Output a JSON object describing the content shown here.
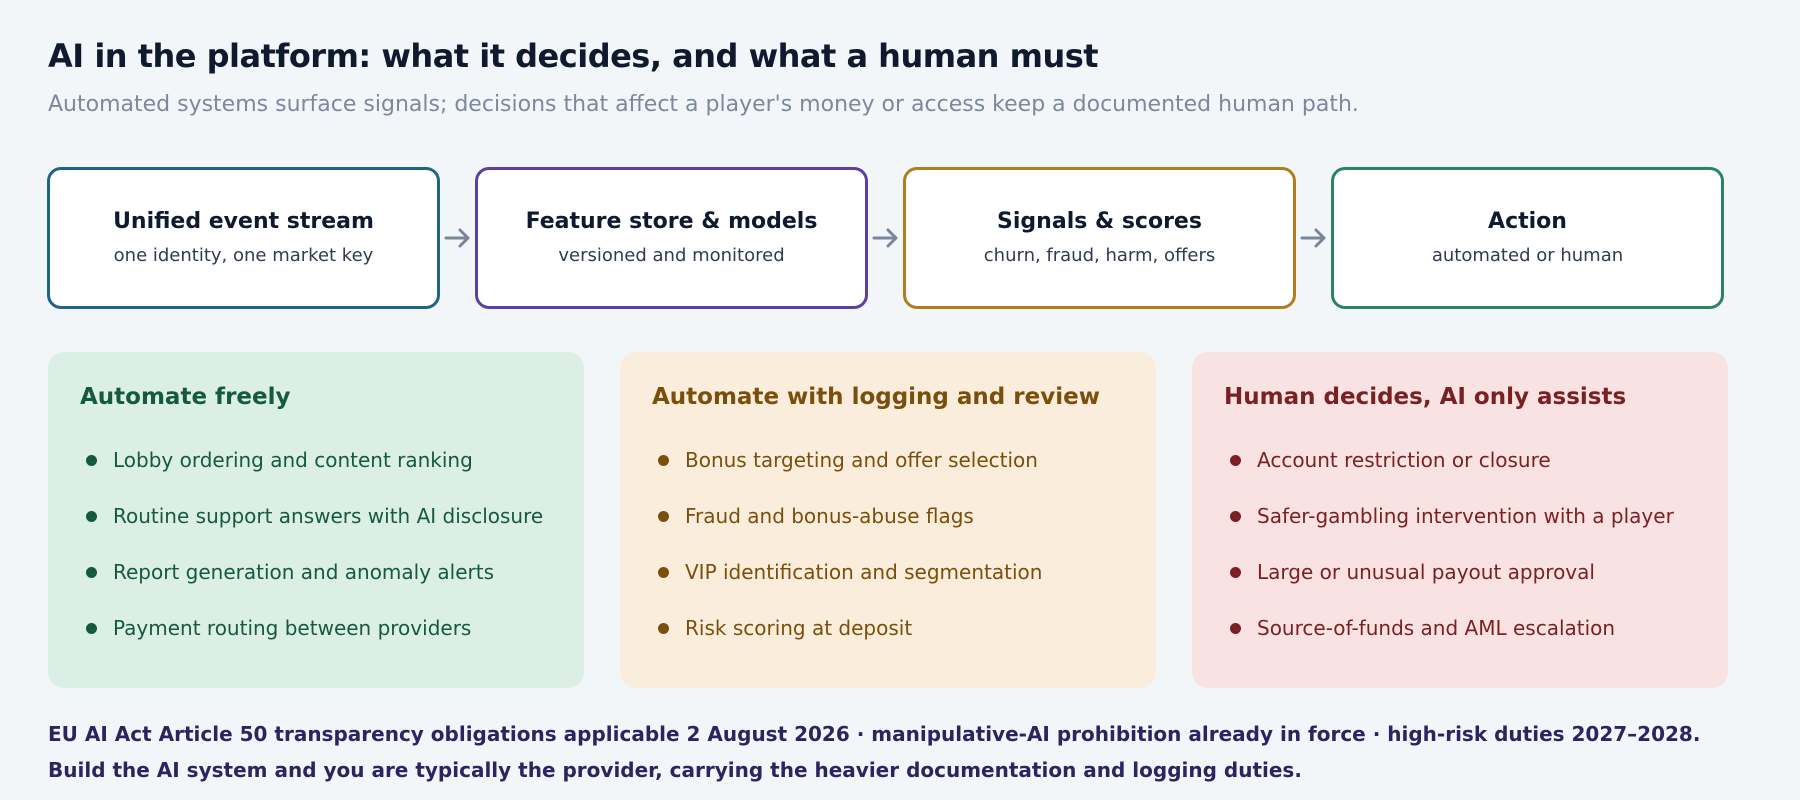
{
  "header": {
    "title": "AI in the platform: what it decides, and what a human must",
    "subtitle": "Automated systems surface signals; decisions that affect a player's money or access keep a documented human path."
  },
  "flow": {
    "stages": [
      {
        "title": "Unified event stream",
        "subtitle": "one identity, one market key",
        "color": "#1f6585"
      },
      {
        "title": "Feature store & models",
        "subtitle": "versioned and monitored",
        "color": "#5b40a1"
      },
      {
        "title": "Signals & scores",
        "subtitle": "churn, fraud, harm, offers",
        "color": "#b07e1e"
      },
      {
        "title": "Action",
        "subtitle": "automated or human",
        "color": "#2a8462"
      }
    ],
    "arrow_color": "#7a8599",
    "arrow_icon": "arrow-right-icon"
  },
  "panels": [
    {
      "title": "Automate freely",
      "bg": "#dcefe6",
      "color": "#145a3d",
      "items": [
        "Lobby ordering and content ranking",
        "Routine support answers with AI disclosure",
        "Report generation and anomaly alerts",
        "Payment routing between providers"
      ]
    },
    {
      "title": "Automate with logging and review",
      "bg": "#fbeddb",
      "color": "#7a4f0c",
      "items": [
        "Bonus targeting and offer selection",
        "Fraud and bonus-abuse flags",
        "VIP identification and segmentation",
        "Risk scoring at deposit"
      ]
    },
    {
      "title": "Human decides, AI only assists",
      "bg": "#f8e3e2",
      "color": "#7a1f22",
      "items": [
        "Account restriction or closure",
        "Safer-gambling intervention with a player",
        "Large or unusual payout approval",
        "Source-of-funds and AML escalation"
      ]
    }
  ],
  "footer": {
    "line1": "EU AI Act Article 50 transparency obligations applicable 2 August 2026 · manipulative-AI prohibition already in force · high-risk duties 2027–2028.",
    "line2": "Build the AI system and you are typically the provider, carrying the heavier documentation and logging duties."
  }
}
